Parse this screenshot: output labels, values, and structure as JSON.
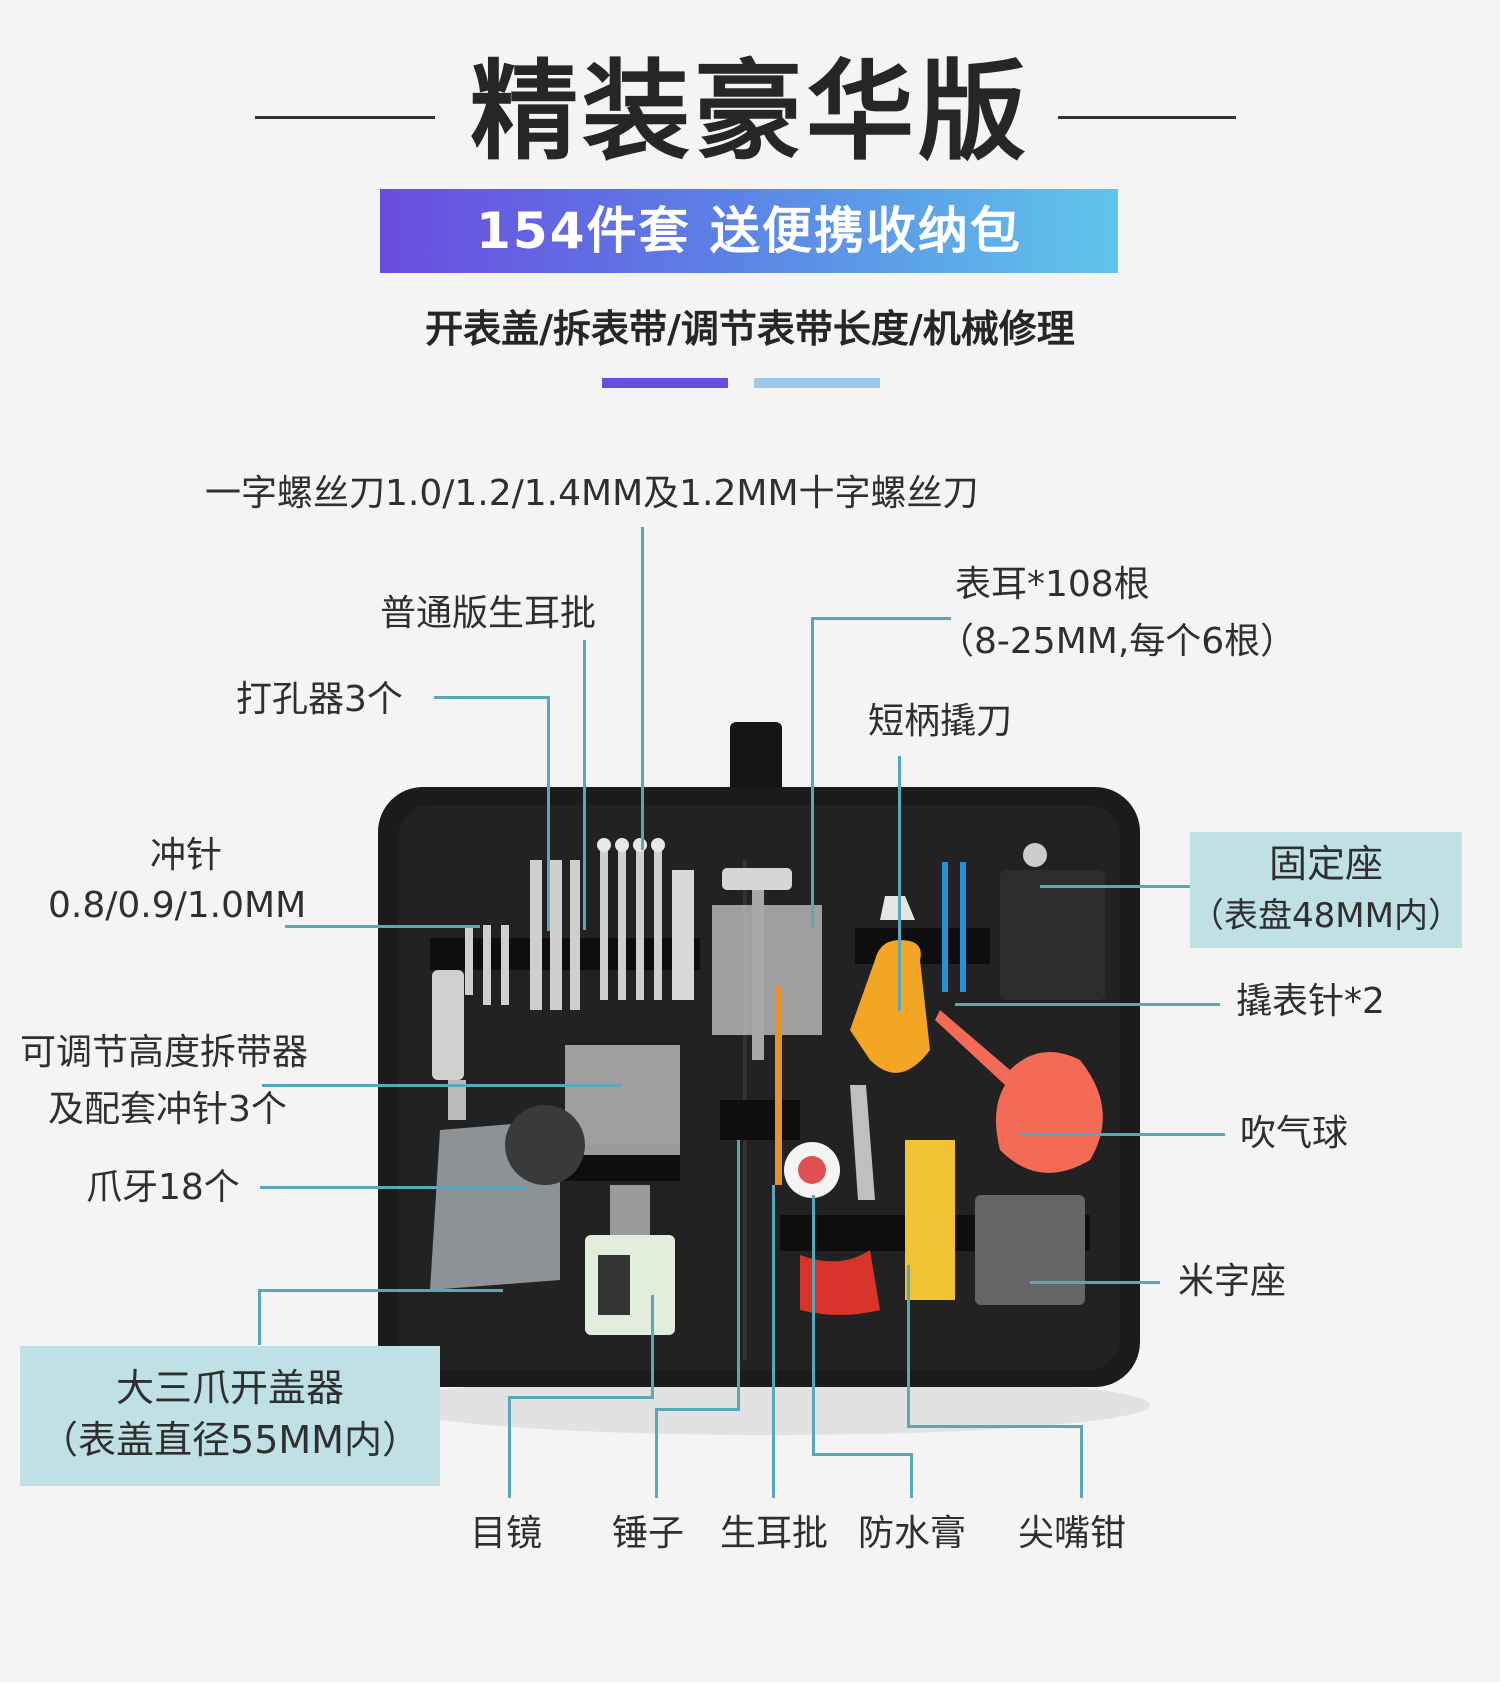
{
  "header": {
    "title": "精装豪华版",
    "banner": "154件套  送便携收纳包",
    "subtitle": "开表盖/拆表带/调节表带长度/机械修理"
  },
  "labels": {
    "screwdriver": "一字螺丝刀1.0/1.2/1.4MM及1.2MM十字螺丝刀",
    "spring_bar_tool_normal": "普通版生耳批",
    "spring_bars_line1": "表耳*108根",
    "spring_bars_line2": "（8-25MM,每个6根）",
    "hole_punch": "打孔器3个",
    "short_pry_knife": "短柄撬刀",
    "pin_line1": "冲针",
    "pin_line2": "0.8/0.9/1.0MM",
    "holder_line1": "固定座",
    "holder_line2": "（表盘48MM内）",
    "pry_needle": "撬表针*2",
    "strap_remover_line1": "可调节高度拆带器",
    "strap_remover_line2": "及配套冲针3个",
    "air_blower": "吹气球",
    "claw_teeth": "爪牙18个",
    "cross_holder": "米字座",
    "opener_line1": "大三爪开盖器",
    "opener_line2": "（表盖直径55MM内）",
    "loupe": "目镜",
    "hammer": "锤子",
    "spring_bar_tool": "生耳批",
    "waterproof_grease": "防水膏",
    "pliers": "尖嘴钳"
  },
  "colors": {
    "banner_start": "#6a4ce0",
    "banner_end": "#5ec6ea",
    "leader_line": "#5aa7bb",
    "callout_box": "#bfe1e6",
    "case": "#1b1b1b"
  }
}
